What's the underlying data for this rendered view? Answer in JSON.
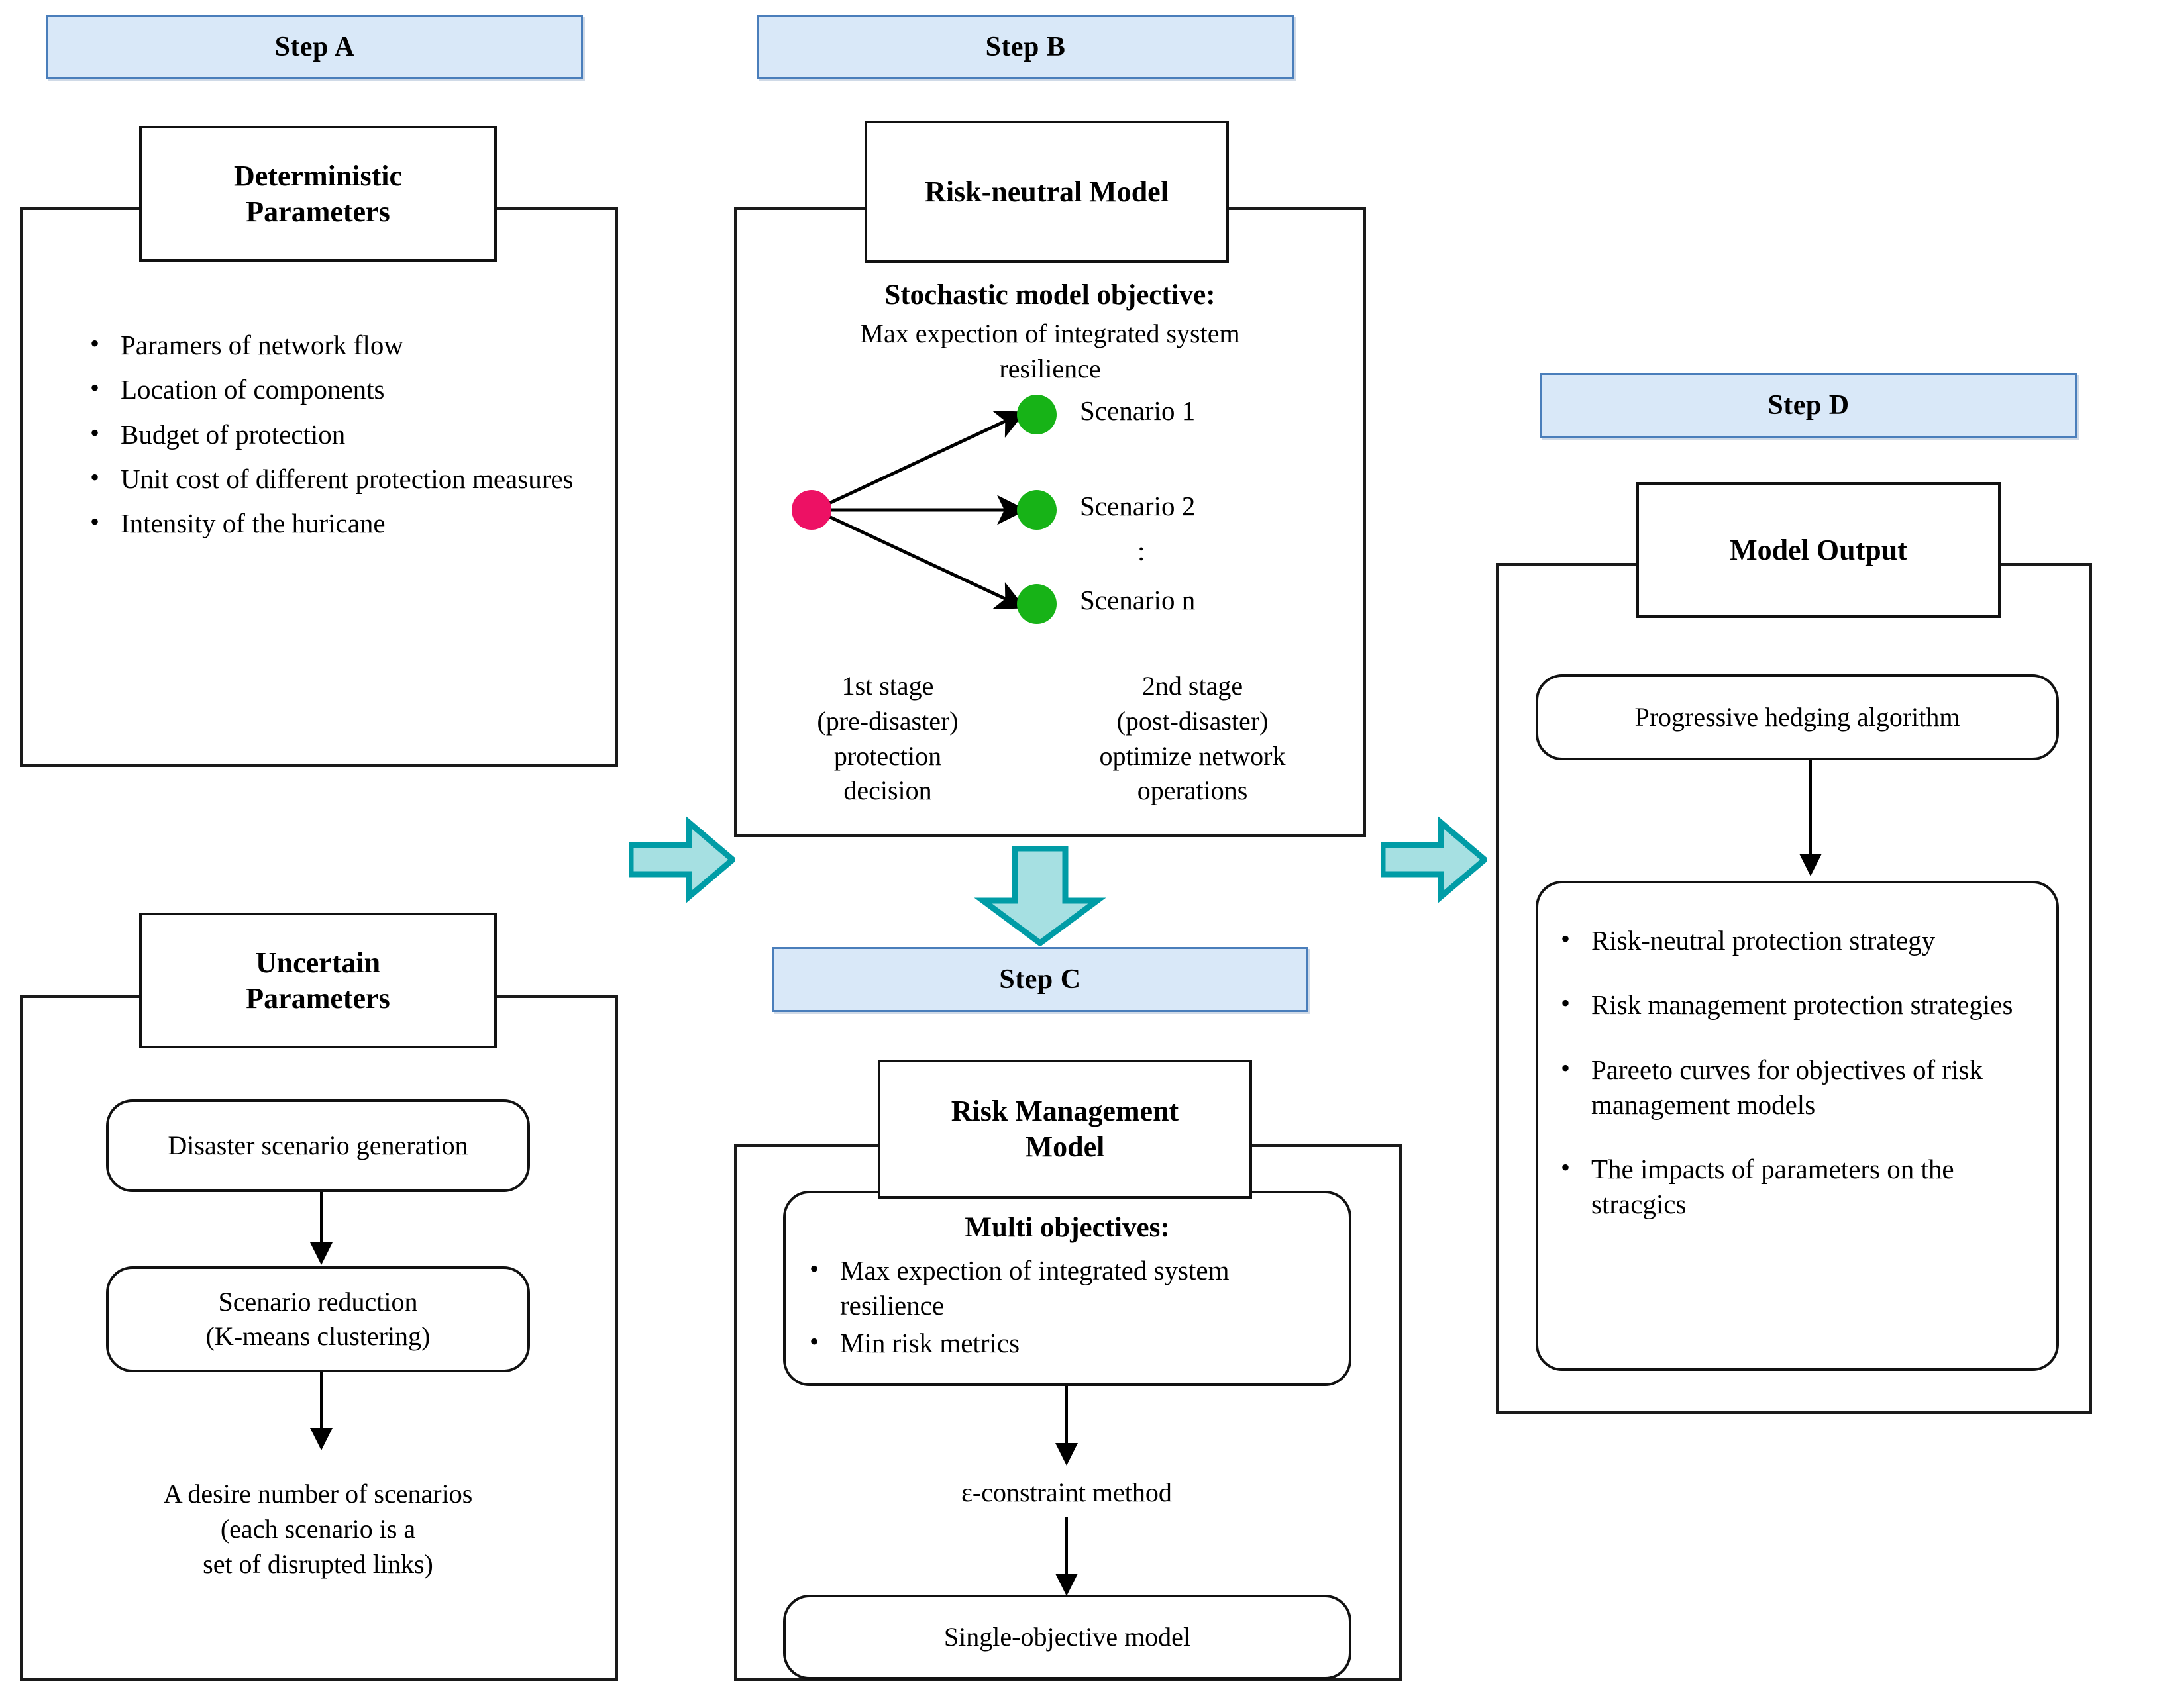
{
  "steps": {
    "a": {
      "banner": "Step A"
    },
    "b": {
      "banner": "Step B"
    },
    "c": {
      "banner": "Step C"
    },
    "d": {
      "banner": "Step D"
    }
  },
  "step_a": {
    "title": "Deterministic\nParameters",
    "title_line1": "Deterministic",
    "title_line2": "Parameters",
    "bullets": [
      "Paramers of network flow",
      "Location of components",
      "Budget of protection",
      "Unit cost of different protection measures",
      "Intensity of the huricane"
    ]
  },
  "step_a2": {
    "title_line1": "Uncertain",
    "title_line2": "Parameters",
    "box_scenario_generation": "Disaster scenario generation",
    "box_scenario_reduction_line1": "Scenario reduction",
    "box_scenario_reduction_line2": "(K-means clustering)",
    "outcome_line1": "A desire number of scenarios",
    "outcome_line2": "(each scenario is a",
    "outcome_line3": "set of disrupted links)"
  },
  "step_b": {
    "title": "Risk-neutral Model",
    "objective_heading": "Stochastic model objective:",
    "objective_line1": "Max expection of integrated system",
    "objective_line2": "resilience",
    "scenario_labels": [
      "Scenario 1",
      "Scenario 2",
      ":",
      "Scenario n"
    ],
    "stage1_line1": "1st stage",
    "stage1_line2": "(pre-disaster)",
    "stage1_line3": "protection",
    "stage1_line4": "decision",
    "stage2_line1": "2nd stage",
    "stage2_line2": "(post-disaster)",
    "stage2_line3": "optimize network",
    "stage2_line4": "operations",
    "root_node_color": "#ED1164",
    "leaf_node_color": "#17B317"
  },
  "step_c": {
    "title_line1": "Risk Management",
    "title_line2": "Model",
    "objectives_heading": "Multi objectives:",
    "objectives": [
      "Max expection of integrated system resilience",
      "Min risk metrics"
    ],
    "method_label": "ε-constraint method",
    "result_box": "Single-objective model"
  },
  "step_d": {
    "title": "Model Output",
    "algorithm_box": "Progressive hedging algorithm",
    "outputs": [
      "Risk-neutral protection strategy",
      "Risk management   protection strategies",
      "Pareeto curves for objectives of risk management models",
      "The impacts of parameters on the stracgics"
    ]
  },
  "connectors": {
    "arrow_a_to_b": "right-block-arrow",
    "arrow_b_to_d": "right-block-arrow",
    "arrow_b_to_c": "down-block-arrow",
    "colors": {
      "fill": "#a6e0e2",
      "stroke": "#009ca6"
    }
  },
  "palette": {
    "banner_fill": "#d9e8f8",
    "banner_border": "#4a7ebb",
    "outline": "#111111"
  }
}
